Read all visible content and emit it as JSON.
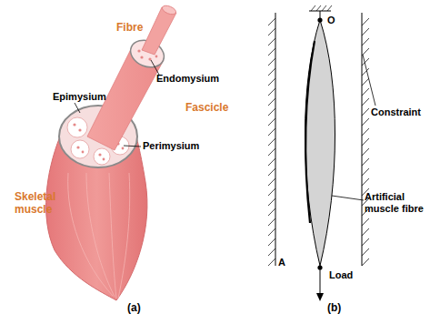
{
  "diagram": {
    "labels": [
      "Fibre",
      "Endomysium",
      "Epimysium",
      "Fascicle",
      "Perimysium",
      "Skeletal muscle",
      "(a)",
      "O",
      "Constraint",
      "Artificial muscle fibre",
      "A",
      "Load",
      "(b)"
    ]
  }
}
